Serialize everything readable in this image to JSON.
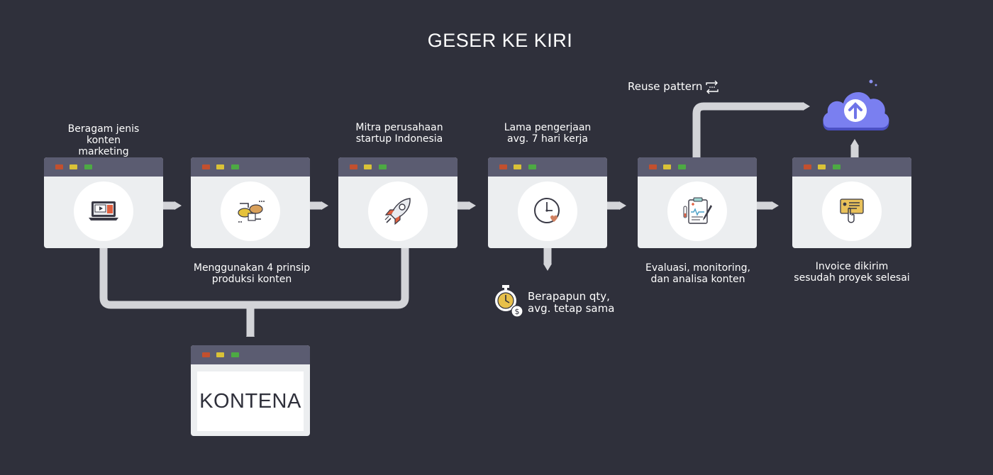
{
  "title": "GESER KE KIRI",
  "colors": {
    "background": "#2f303b",
    "window_bar": "#5b5c71",
    "window_body": "#eceef0",
    "connector": "#d3d4d8",
    "dot_red": "#c2502e",
    "dot_yellow": "#d9c237",
    "dot_green": "#4daa43",
    "cloud": "#6f74e8"
  },
  "steps": [
    {
      "label": "Beragam jenis\nkonten marketing",
      "icon": "laptop-video-icon"
    },
    {
      "label": "Menggunakan 4 prinsip\nproduksi konten",
      "icon": "cycle-ideas-icon"
    },
    {
      "label": "Mitra perusahaan\nstartup Indonesia",
      "icon": "rocket-icon"
    },
    {
      "label": "Lama pengerjaan\navg. 7 hari kerja",
      "icon": "clock-heart-icon"
    },
    {
      "label": "Evaluasi, monitoring,\ndan analisa konten",
      "icon": "clipboard-report-icon"
    },
    {
      "label": "Invoice dikirim\nsesudah proyek selesai",
      "icon": "invoice-hand-icon"
    }
  ],
  "extras": {
    "reuse_label": "Reuse pattern",
    "reuse_icon": "repeat-icon",
    "cloud_icon": "cloud-upload-icon",
    "qty_label": "Berapapun qty,\navg. tetap sama",
    "qty_icon": "stopwatch-money-icon",
    "logo_text": "KONTENA"
  }
}
